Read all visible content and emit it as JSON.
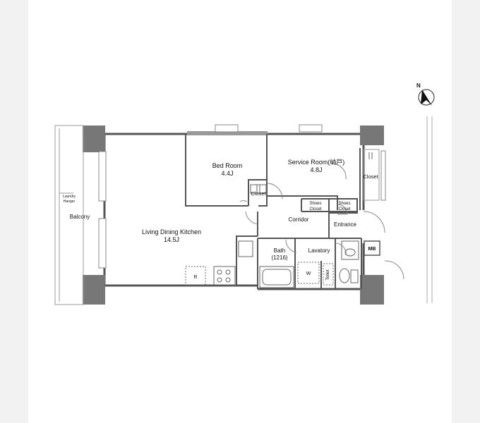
{
  "rooms": {
    "bedroom": {
      "name": "Bed Room",
      "area": "4.4J"
    },
    "service_room": {
      "name": "Service Room(納戸)",
      "area": "4.8J"
    },
    "ldk": {
      "name": "Living Dining Kitchen",
      "area": "14.5J"
    },
    "bath": {
      "name": "Bath",
      "size": "(1216)"
    }
  },
  "labels": {
    "closet_bed": "Closet",
    "closet_service": "Closet",
    "shoes_closet_1_line1": "Shoes",
    "shoes_closet_1_line2": "Closet",
    "shoes_closet_2_line1": "Shoes",
    "shoes_closet_2_line2": "Closet",
    "corridor": "Corridor",
    "entrance": "Entrance",
    "lavatory": "Lavatory",
    "toilet": "Toilet",
    "balcony": "Balcony",
    "laundry_line1": "Laundry",
    "laundry_line2": "Hanger",
    "mb": "MB",
    "fridge": "R",
    "washer": "W"
  },
  "compass": {
    "letter": "N"
  }
}
